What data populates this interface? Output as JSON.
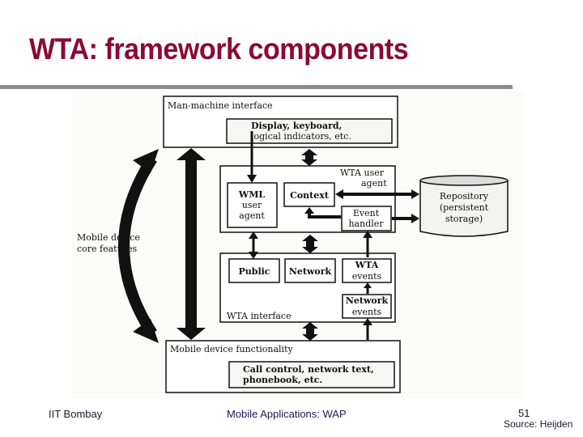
{
  "slide": {
    "title": "WTA: framework components",
    "footer": {
      "left": "IIT Bombay",
      "center": "Mobile Applications: WAP",
      "page_number": "51",
      "source": "Source: Heijden"
    }
  },
  "diagram": {
    "man_machine_interface": {
      "label": "Man-machine interface",
      "inner_line1": "Display, keyboard,",
      "inner_line2": "logical indicators, etc."
    },
    "wta_user_agent": {
      "label_line1": "WTA user",
      "label_line2": "agent",
      "wml_line1": "WML",
      "wml_line2": "user",
      "wml_line3": "agent",
      "context": "Context",
      "event_line1": "Event",
      "event_line2": "handler"
    },
    "repository": {
      "line1": "Repository",
      "line2": "(persistent",
      "line3": "storage)"
    },
    "wta_interface": {
      "label": "WTA interface",
      "public": "Public",
      "network": "Network",
      "wta_events_line1": "WTA",
      "wta_events_line2": "events",
      "network_events_line1": "Network",
      "network_events_line2": "events"
    },
    "mobile_device_functionality": {
      "label": "Mobile device functionality",
      "inner_line1": "Call control, network text,",
      "inner_line2": "phonebook, etc."
    },
    "core_features": {
      "line1": "Mobile device",
      "line2": "core features"
    }
  }
}
